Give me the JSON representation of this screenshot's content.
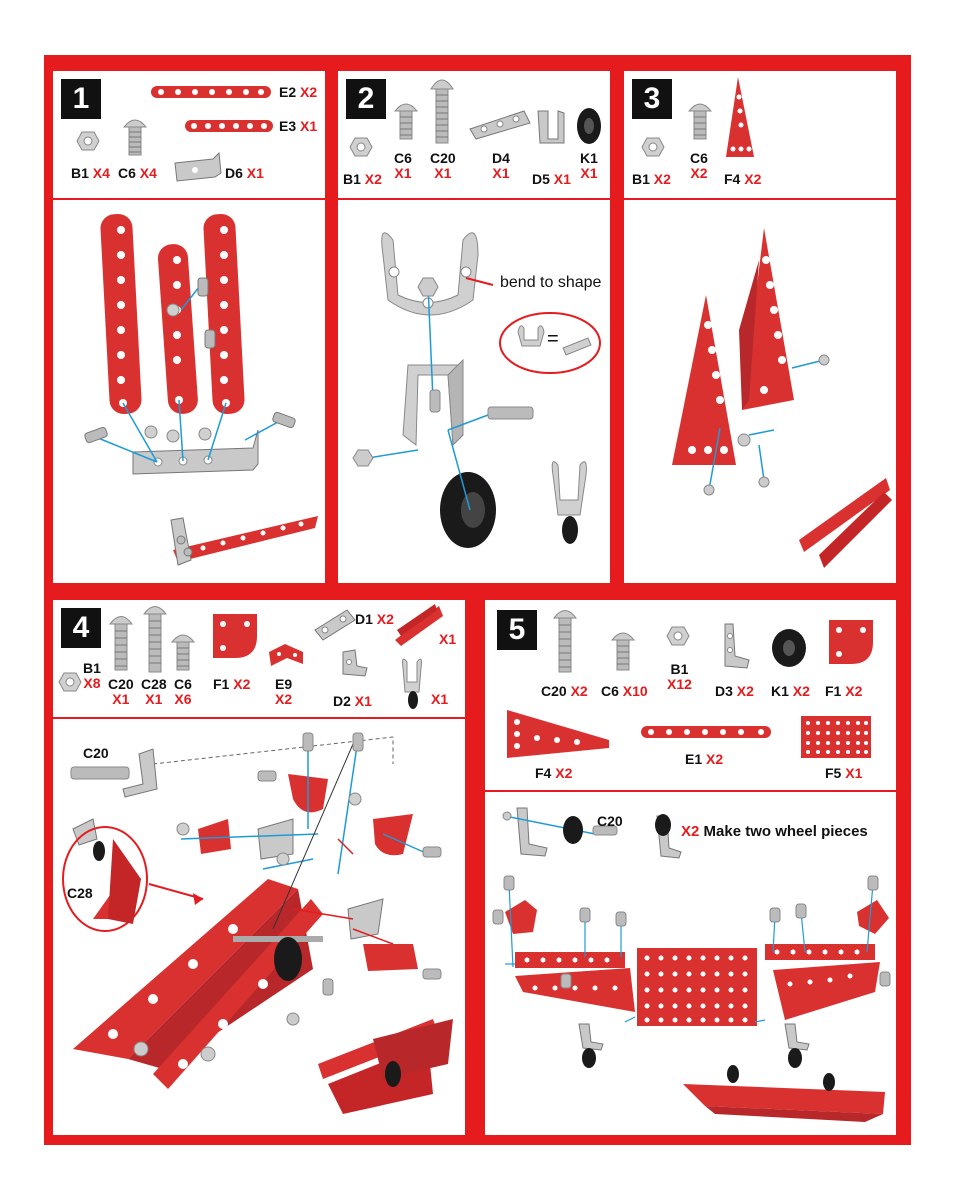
{
  "colors": {
    "frame": "#e51b1e",
    "part_red": "#d9312f",
    "metal": "#c9c9c9",
    "wheel": "#1a1a1a",
    "label_red": "#e51b1e",
    "connector": "#1e9bd7"
  },
  "steps": [
    {
      "number": "1",
      "parts": [
        {
          "code": "E2",
          "qty": "X2"
        },
        {
          "code": "E3",
          "qty": "X1"
        },
        {
          "code": "B1",
          "qty": "X4"
        },
        {
          "code": "C6",
          "qty": "X4"
        },
        {
          "code": "D6",
          "qty": "X1"
        }
      ]
    },
    {
      "number": "2",
      "parts": [
        {
          "code": "B1",
          "qty": "X2"
        },
        {
          "code": "C6",
          "qty": "X1"
        },
        {
          "code": "C20",
          "qty": "X1"
        },
        {
          "code": "D4",
          "qty": "X1"
        },
        {
          "code": "D5",
          "qty": "X1"
        },
        {
          "code": "K1",
          "qty": "X1"
        }
      ],
      "note": "bend to shape",
      "equals": "="
    },
    {
      "number": "3",
      "parts": [
        {
          "code": "B1",
          "qty": "X2"
        },
        {
          "code": "C6",
          "qty": "X2"
        },
        {
          "code": "F4",
          "qty": "X2"
        }
      ]
    },
    {
      "number": "4",
      "parts": [
        {
          "code": "B1",
          "qty": "X8"
        },
        {
          "code": "C20",
          "qty": "X1"
        },
        {
          "code": "C28",
          "qty": "X1"
        },
        {
          "code": "C6",
          "qty": "X6"
        },
        {
          "code": "F1",
          "qty": "X2"
        },
        {
          "code": "E9",
          "qty": "X2"
        },
        {
          "code": "D1",
          "qty": "X2"
        },
        {
          "code": "D2",
          "qty": "X1"
        },
        {
          "sub": "X1"
        },
        {
          "sub": "X1"
        }
      ],
      "labels": {
        "c20": "C20",
        "c28": "C28"
      }
    },
    {
      "number": "5",
      "parts": [
        {
          "code": "C20",
          "qty": "X2"
        },
        {
          "code": "C6",
          "qty": "X10"
        },
        {
          "code": "B1",
          "qty": "X12"
        },
        {
          "code": "D3",
          "qty": "X2"
        },
        {
          "code": "K1",
          "qty": "X2"
        },
        {
          "code": "F1",
          "qty": "X2"
        },
        {
          "code": "F4",
          "qty": "X2"
        },
        {
          "code": "E1",
          "qty": "X2"
        },
        {
          "code": "F5",
          "qty": "X1"
        }
      ],
      "labels": {
        "c20": "C20",
        "qty": "X2",
        "instruction": "Make two wheel pieces"
      }
    }
  ]
}
